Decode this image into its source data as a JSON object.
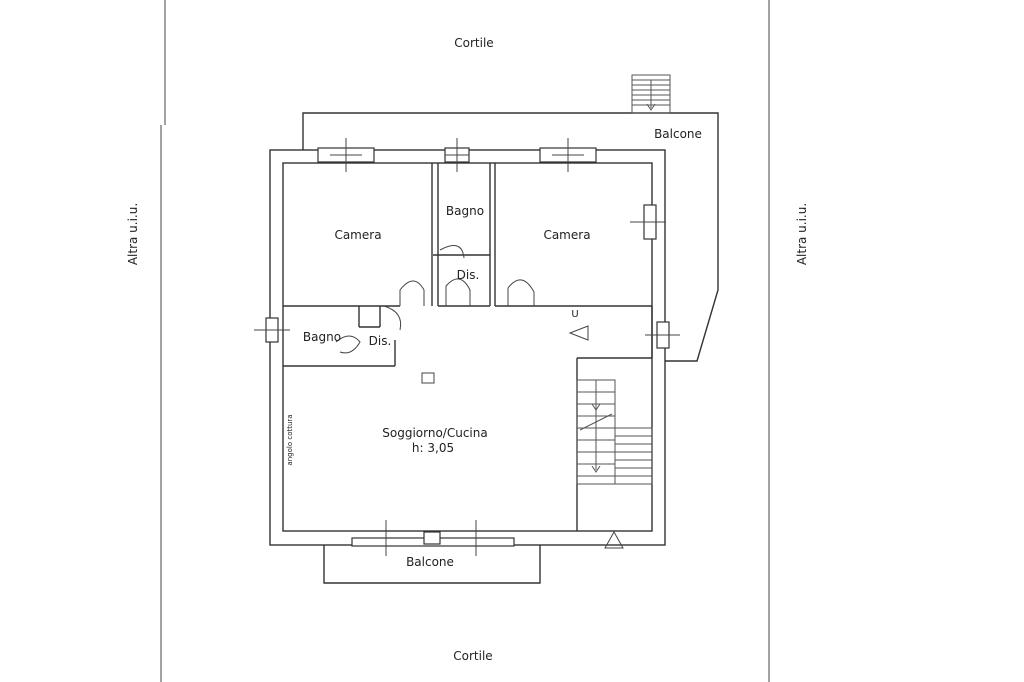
{
  "labels": {
    "courtyard_top": "Cortile",
    "courtyard_bottom": "Cortile",
    "balcony_top": "Balcone",
    "balcony_bottom": "Balcone",
    "neighbor_left": "Altra u.i.u.",
    "neighbor_right": "Altra u.i.u.",
    "room_bedroom_left": "Camera",
    "room_bedroom_right": "Camera",
    "room_bathroom_top": "Bagno",
    "room_bathroom_left": "Bagno",
    "room_hall_top": "Dis.",
    "room_hall_left": "Dis.",
    "room_living": "Soggiorno/Cucina",
    "room_living_height": "h: 3,05",
    "counter_label": "angolo cottura",
    "marker_u": "U"
  }
}
